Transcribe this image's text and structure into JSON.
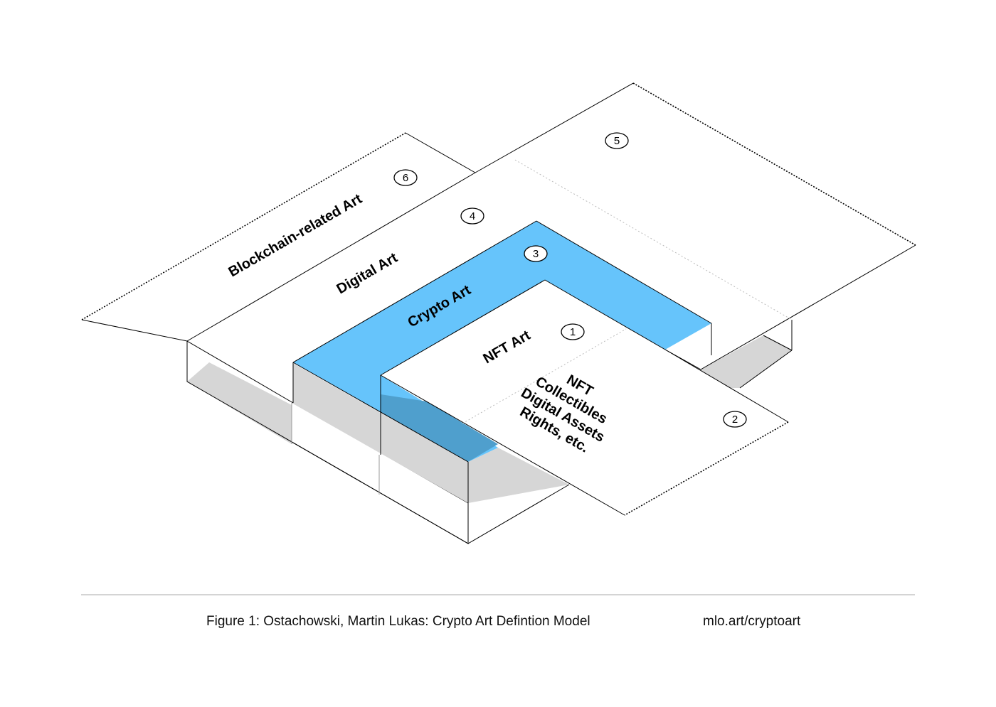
{
  "colors": {
    "crypto": "#66C4FB",
    "crypto_dark": "#4F9FCD",
    "shadow": "#D6D6D6",
    "line": "#000000",
    "divider": "#BBBBBB"
  },
  "layers": {
    "blockchain": {
      "label": "Blockchain-related Art",
      "number": "6"
    },
    "digital": {
      "label": "Digital Art",
      "number": "4"
    },
    "crypto": {
      "label": "Crypto Art",
      "number": "3"
    },
    "nft_art": {
      "label": "NFT Art",
      "number": "1"
    },
    "nft_other": {
      "lines": [
        "NFT",
        "Collectibles",
        "Digital Assets",
        "Rights, etc."
      ],
      "number": "2"
    },
    "top_region": {
      "number": "5"
    }
  },
  "footer": {
    "caption": "Figure 1: Ostachowski, Martin Lukas: Crypto Art Defintion Model",
    "link": "mlo.art/cryptoart"
  }
}
